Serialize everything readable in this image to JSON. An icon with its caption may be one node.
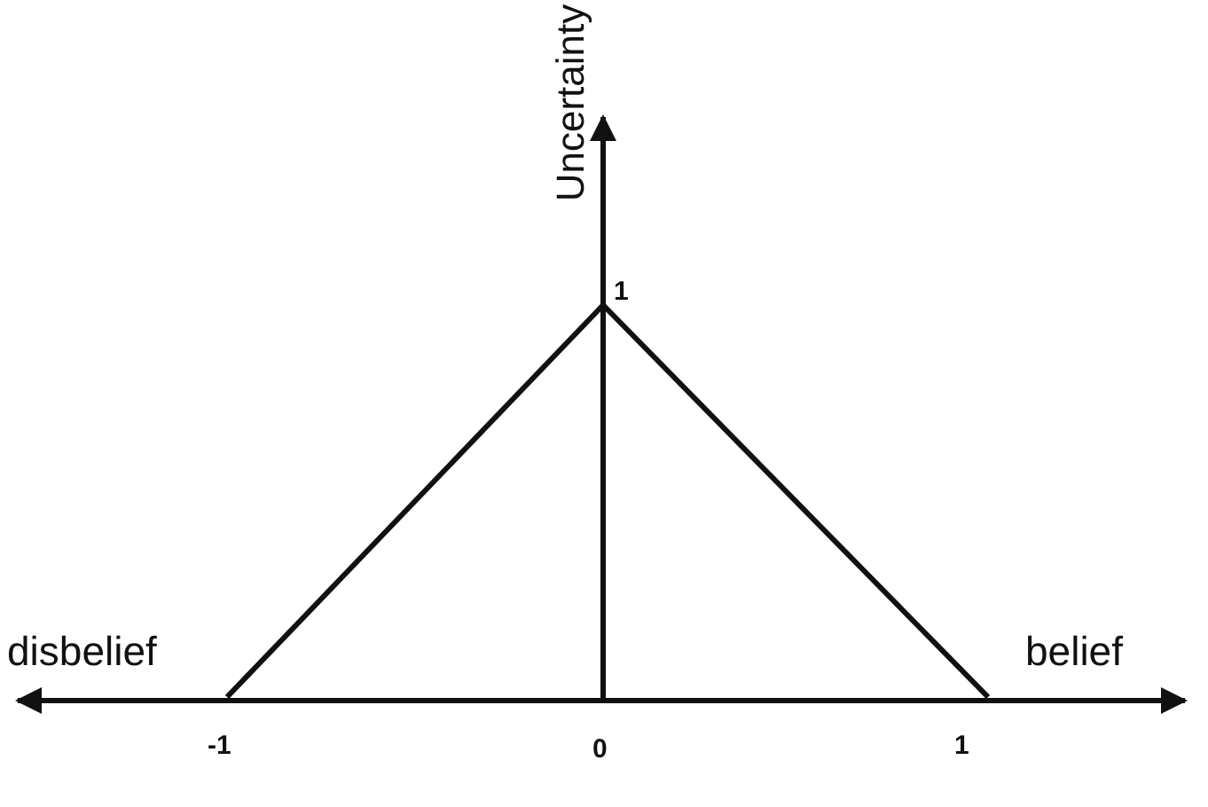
{
  "diagram": {
    "labels": [
      "Uncertainty",
      "1",
      "disbelief",
      "belief",
      "-1",
      "0",
      "1"
    ]
  }
}
